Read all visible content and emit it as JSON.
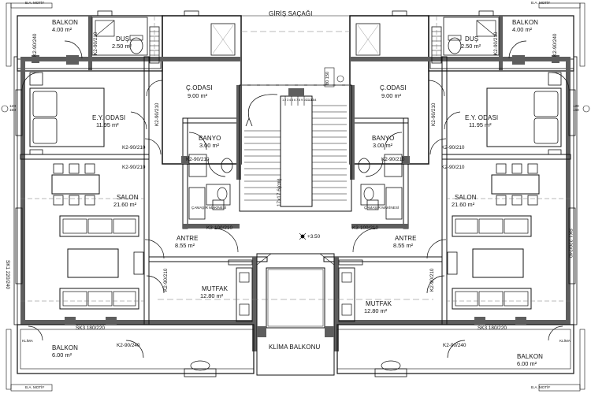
{
  "labels": {
    "entrance_canopy": "GİRİŞ SAÇAĞI",
    "ac_balcony": "KLİMA BALKONU",
    "ba_motif": "B.A. MOTİF",
    "level": "+3.50",
    "k3": "K3-100/210",
    "stair_numbers": [
      "1",
      "2",
      "3",
      "4",
      "5",
      "6",
      "7",
      "8",
      "9",
      "10",
      "11",
      "12",
      "13",
      "14"
    ],
    "stair_note": "17x17.6(cm)",
    "machine": "ÇAMAŞIR MAKİNESİ",
    "ac_unit": "KLİMA",
    "window_80": "80\n150"
  },
  "flats": [
    {
      "side": "left",
      "rooms": {
        "balcony_top": {
          "name": "BALKON",
          "area": "4.00 m²"
        },
        "shower": {
          "name": "DUŞ",
          "area": "2.50 m²"
        },
        "child_room": {
          "name": "Ç.ODASI",
          "area": "9.00 m²"
        },
        "master_room": {
          "name": "E.Y. ODASI",
          "area": "11.95 m²"
        },
        "bathroom": {
          "name": "BANYO",
          "area": "3.00 m²"
        },
        "living": {
          "name": "SALON",
          "area": "21.60 m²"
        },
        "hall": {
          "name": "ANTRE",
          "area": "8.55 m²"
        },
        "kitchen": {
          "name": "MUTFAK",
          "area": "12.80 m²"
        },
        "balcony_bottom": {
          "name": "BALKON",
          "area": "6.00 m²"
        }
      },
      "doors": {
        "shower": "K2-90/210",
        "balcony_top": "K2-90/240",
        "child": "K2-90/210",
        "master": "K2-90/210",
        "bath_upper": "K2-90/210",
        "bath": "K2-90/210",
        "living": "K2-90/210",
        "sk1": "SK1 220/240",
        "kitchen": "K2-90/210",
        "sk3": "SK3 180/220",
        "balcony_bottom": "K2-90/240",
        "window_120": "120\n150"
      }
    },
    {
      "side": "right",
      "rooms": {
        "balcony_top": {
          "name": "BALKON",
          "area": "4.00 m²"
        },
        "shower": {
          "name": "DUŞ",
          "area": "2.50 m²"
        },
        "child_room": {
          "name": "Ç.ODASI",
          "area": "9.00 m²"
        },
        "master_room": {
          "name": "E.Y. ODASI",
          "area": "11.95 m²"
        },
        "bathroom": {
          "name": "BANYO",
          "area": "3.00 m²"
        },
        "living": {
          "name": "SALON",
          "area": "21.60 m²"
        },
        "hall": {
          "name": "ANTRE",
          "area": "8.55 m²"
        },
        "kitchen": {
          "name": "MUTFAK",
          "area": "12.80 m²"
        },
        "balcony_bottom": {
          "name": "BALKON",
          "area": "6.00 m²"
        }
      },
      "doors": {
        "shower": "K2-90/210",
        "balcony_top": "K2-90/240",
        "child": "K2-90/210",
        "master": "K2-90/210",
        "bath_upper": "K2-90/210",
        "bath": "K2-90/210",
        "living": "K2-90/210",
        "sk1": "SK1 220/240",
        "kitchen": "K2-90/210",
        "sk3": "SK3 180/220",
        "balcony_bottom": "K2-90/240",
        "window_120": "120\n150"
      }
    }
  ],
  "colors": {
    "line": "#111111",
    "wall_fill": "#5e5e5e",
    "thin_line": "#777777",
    "background": "#ffffff"
  }
}
